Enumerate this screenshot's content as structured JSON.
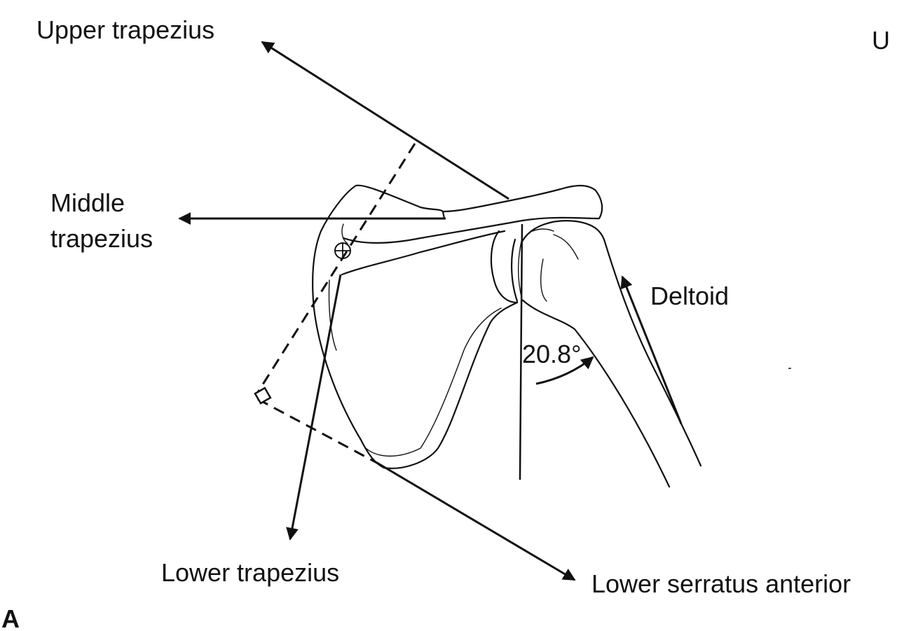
{
  "labels": {
    "upper_trapezius": "Upper trapezius",
    "middle_trapezius_line1": "Middle",
    "middle_trapezius_line2": "trapezius",
    "deltoid": "Deltoid",
    "lower_trapezius": "Lower trapezius",
    "lower_serratus_anterior": "Lower serratus anterior",
    "angle": "20.8°",
    "cut_off_label": "U",
    "panel": "A"
  },
  "colors": {
    "ink": "#111111",
    "background": "#ffffff"
  }
}
